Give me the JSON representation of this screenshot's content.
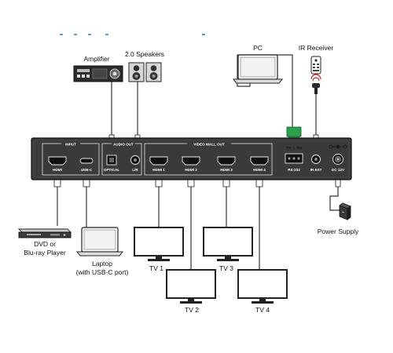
{
  "devices": {
    "amplifier": "Amplifier",
    "speakers": "2.0 Speakers",
    "pc": "PC",
    "ir_receiver": "IR Receiver",
    "dvd_line1": "DVD or",
    "dvd_line2": "Blu-ray Player",
    "laptop_line1": "Laptop",
    "laptop_line2": "(with USB-C port)",
    "tv1": "TV 1",
    "tv2": "TV 2",
    "tv3": "TV 3",
    "tv4": "TV 4",
    "power_supply": "Power Supply"
  },
  "panel": {
    "section_input": "INPUT",
    "section_audio_out": "AUDIO OUT",
    "section_video_wall_out": "VIDEO WALL OUT",
    "port_hdmi": "HDMI",
    "port_usbc": "USB-C",
    "port_optical": "OPTICAL",
    "port_lr": "L/R",
    "port_hdmi1": "HDMI 1",
    "port_hdmi2": "HDMI 2",
    "port_hdmi3": "HDMI 3",
    "port_hdmi4": "HDMI 4",
    "port_rs232": "RS-232",
    "port_ir_ext": "IR EXT",
    "port_dc12v": "DC 12V",
    "rs232_tx": "TX",
    "rs232_rx": "RX"
  },
  "colors": {
    "panel": "#3a3a3a",
    "accent_green": "#2aa14a",
    "ir_red": "#d21f1f",
    "dash_blue": "#2a7ab8"
  }
}
